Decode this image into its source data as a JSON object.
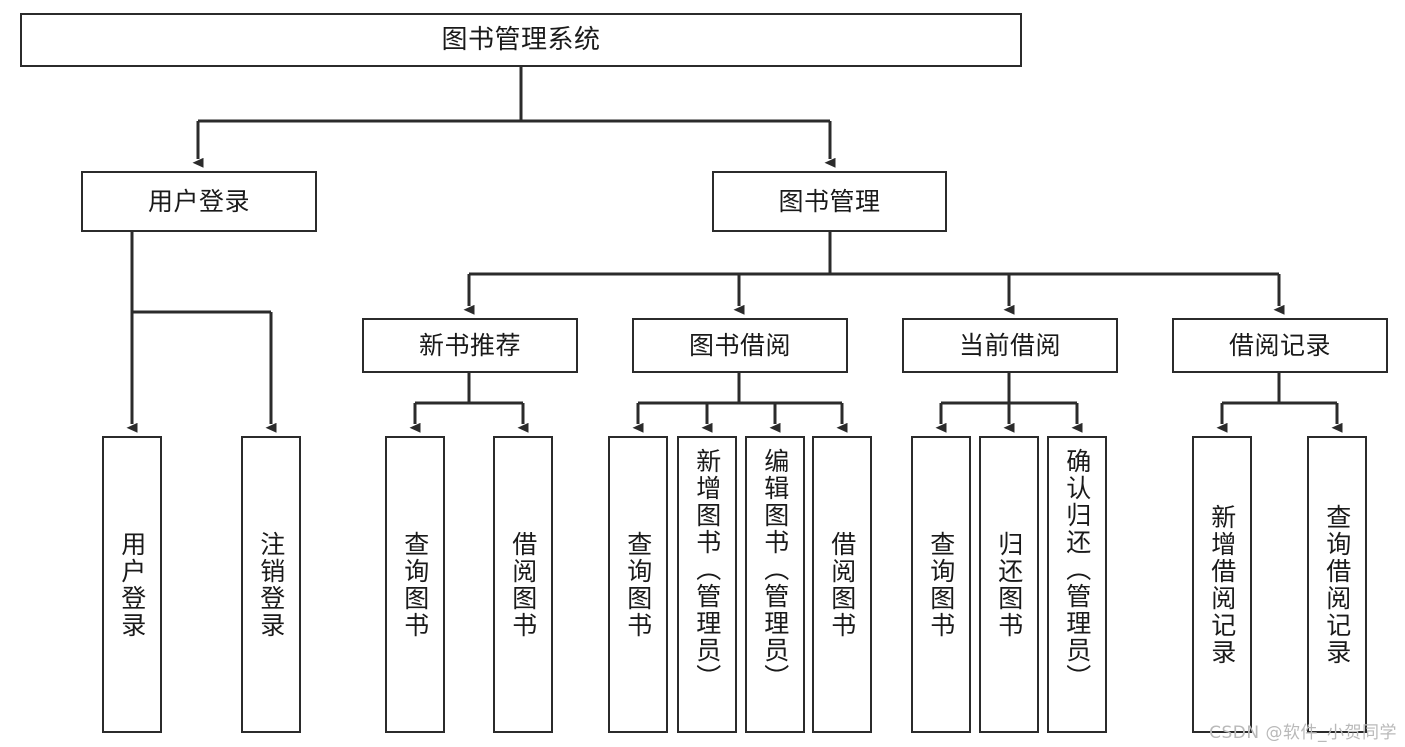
{
  "diagram": {
    "title": "图书管理系统",
    "type": "tree",
    "colors": {
      "box_border": "#2b2b2b",
      "box_fill": "#ffffff",
      "edge": "#2b2b2b",
      "text": "#1a1a1a",
      "watermark": "#b9b9b9"
    },
    "root": {
      "label": "图书管理系统"
    },
    "level2": [
      {
        "label": "用户登录"
      },
      {
        "label": "图书管理"
      }
    ],
    "level3": [
      {
        "label": "新书推荐"
      },
      {
        "label": "图书借阅"
      },
      {
        "label": "当前借阅"
      },
      {
        "label": "借阅记录"
      }
    ],
    "leaves": {
      "user_login": [
        {
          "label": "用户登录"
        },
        {
          "label": "注销登录"
        }
      ],
      "new_book": [
        {
          "label": "查询图书"
        },
        {
          "label": "借阅图书"
        }
      ],
      "book_borrow": [
        {
          "label": "查询图书"
        },
        {
          "label": "新增图书（管理员）"
        },
        {
          "label": "编辑图书（管理员）"
        },
        {
          "label": "借阅图书"
        }
      ],
      "current_borrow": [
        {
          "label": "查询图书"
        },
        {
          "label": "归还图书"
        },
        {
          "label": "确认归还（管理员）"
        }
      ],
      "borrow_record": [
        {
          "label": "新增借阅记录"
        },
        {
          "label": "查询借阅记录"
        }
      ]
    }
  },
  "watermark": {
    "text": "CSDN @软件_小贺同学"
  }
}
